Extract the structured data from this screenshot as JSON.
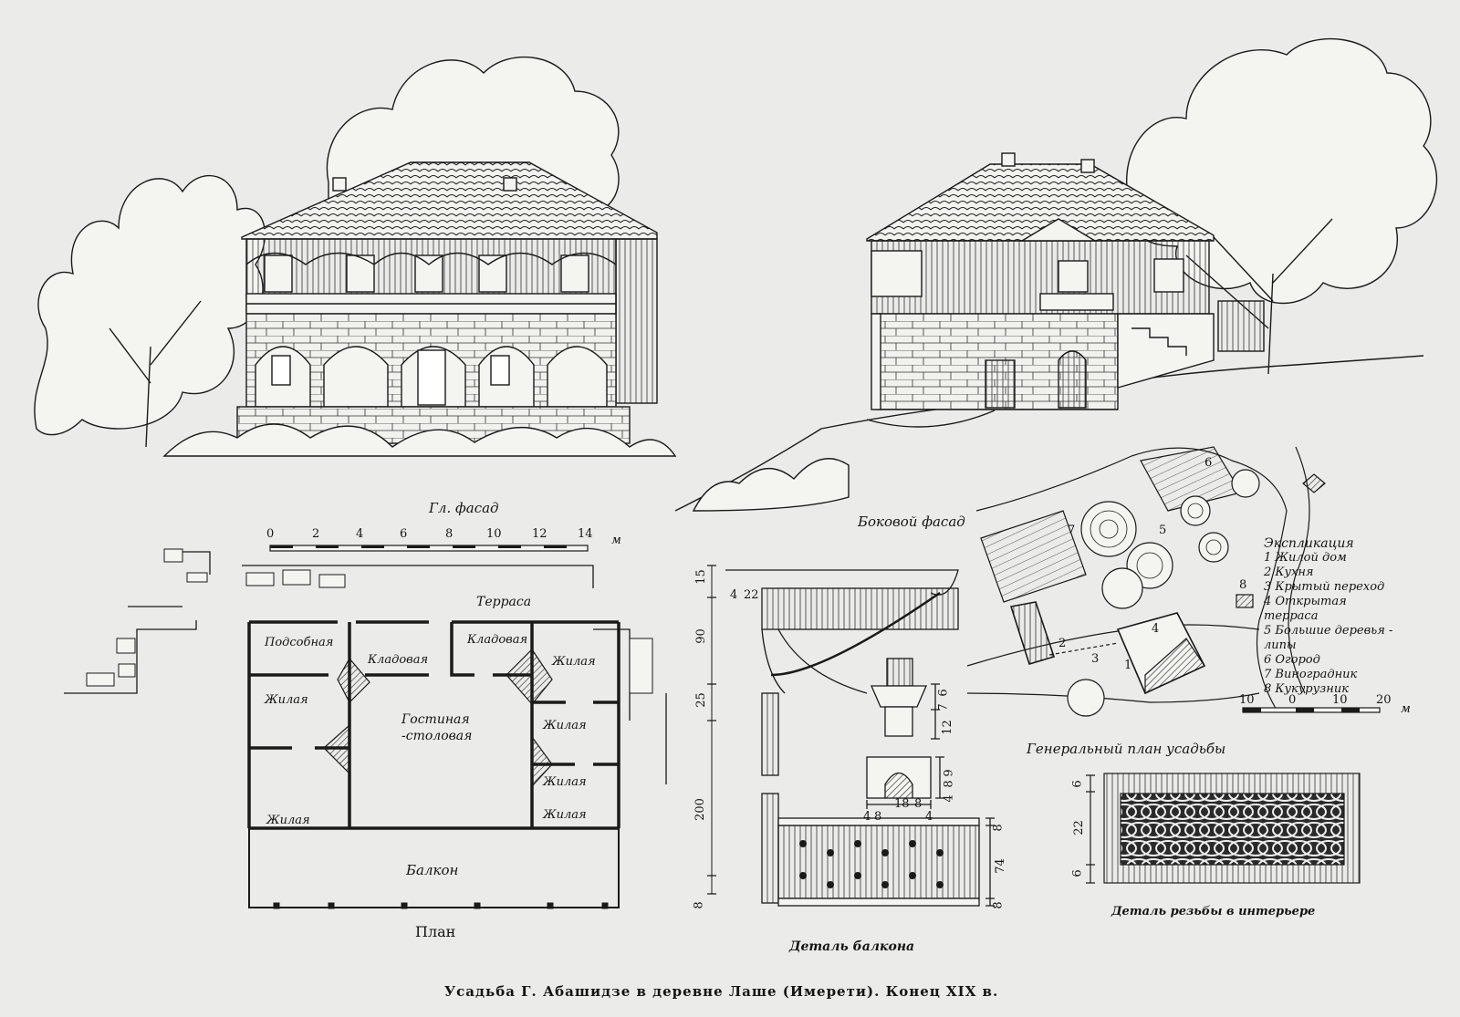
{
  "caption": "Усадьба Г. Абашидзе в деревне Лаше (Имерети). Конец XIX в.",
  "views": {
    "main_facade": "Гл. фасад",
    "side_facade": "Боковой фасад",
    "plan": "План",
    "balcony_detail": "Деталь балкона",
    "site_plan": "Генеральный план усадьбы",
    "carving_detail": "Деталь резьбы в интерьере"
  },
  "plan_rooms": {
    "terrace": "Терраса",
    "utility": "Подсобная",
    "pantry_1": "Кладовая",
    "pantry_2": "Кладовая",
    "living_1": "Жилая",
    "living_2": "Жилая",
    "living_3": "Жилая",
    "living_4": "Жилая",
    "living_5": "Жилая",
    "living_6": "Жилая",
    "guest_dining": "Гостиная\n-столовая",
    "balcony": "Балкон"
  },
  "plan_scale": {
    "ticks": [
      "0",
      "2",
      "4",
      "6",
      "8",
      "10",
      "12",
      "14"
    ],
    "unit": "м"
  },
  "site_scale": {
    "ticks": [
      "10",
      "0",
      "10",
      "20"
    ],
    "unit": "м"
  },
  "explication": {
    "title": "Экспликация",
    "items": [
      "1 Жилой дом",
      "2 Кухня",
      "3 Крытый переход",
      "4 Открытая терраса",
      "5 Большие деревья - липы",
      "6 Огород",
      "7 Виноградник",
      "8 Кукурузник"
    ]
  },
  "site_numbers": [
    "1",
    "2",
    "3",
    "4",
    "5",
    "6",
    "7",
    "8"
  ],
  "balcony_dims": {
    "vertical": [
      "15",
      "90",
      "25",
      "200",
      "8"
    ],
    "top": [
      "4",
      "22"
    ],
    "rail": [
      "8",
      "74",
      "8"
    ],
    "capital": [
      "6",
      "7",
      "12"
    ],
    "bracket_side": [
      "9",
      "8",
      "4"
    ],
    "bracket_bottom": [
      "4",
      "8",
      "18",
      "8",
      "4"
    ]
  },
  "carving_dims": [
    "6",
    "22",
    "6"
  ]
}
